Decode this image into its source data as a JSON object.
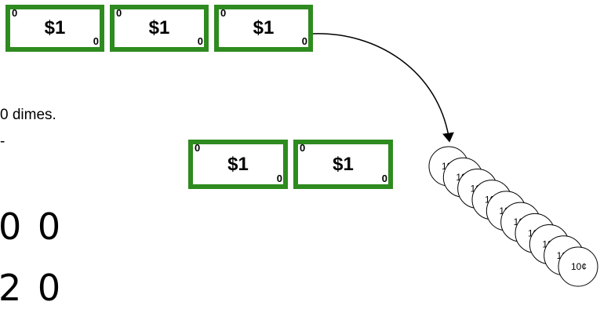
{
  "bills_top": [
    {
      "value": "$1",
      "corner": "0"
    },
    {
      "value": "$1",
      "corner": "0"
    },
    {
      "value": "$1",
      "corner": "0"
    }
  ],
  "bills_mid": [
    {
      "value": "$1",
      "corner": "0"
    },
    {
      "value": "$1",
      "corner": "0"
    }
  ],
  "text": {
    "dimes_line": "0 dimes.",
    "line_2": "-",
    "digits_row_1": "0 0",
    "digits_row_2": "2 0"
  },
  "coins": {
    "label": "10¢",
    "count": 10
  },
  "colors": {
    "bill_border": "#2e8b1f",
    "arrow": "#000000"
  }
}
